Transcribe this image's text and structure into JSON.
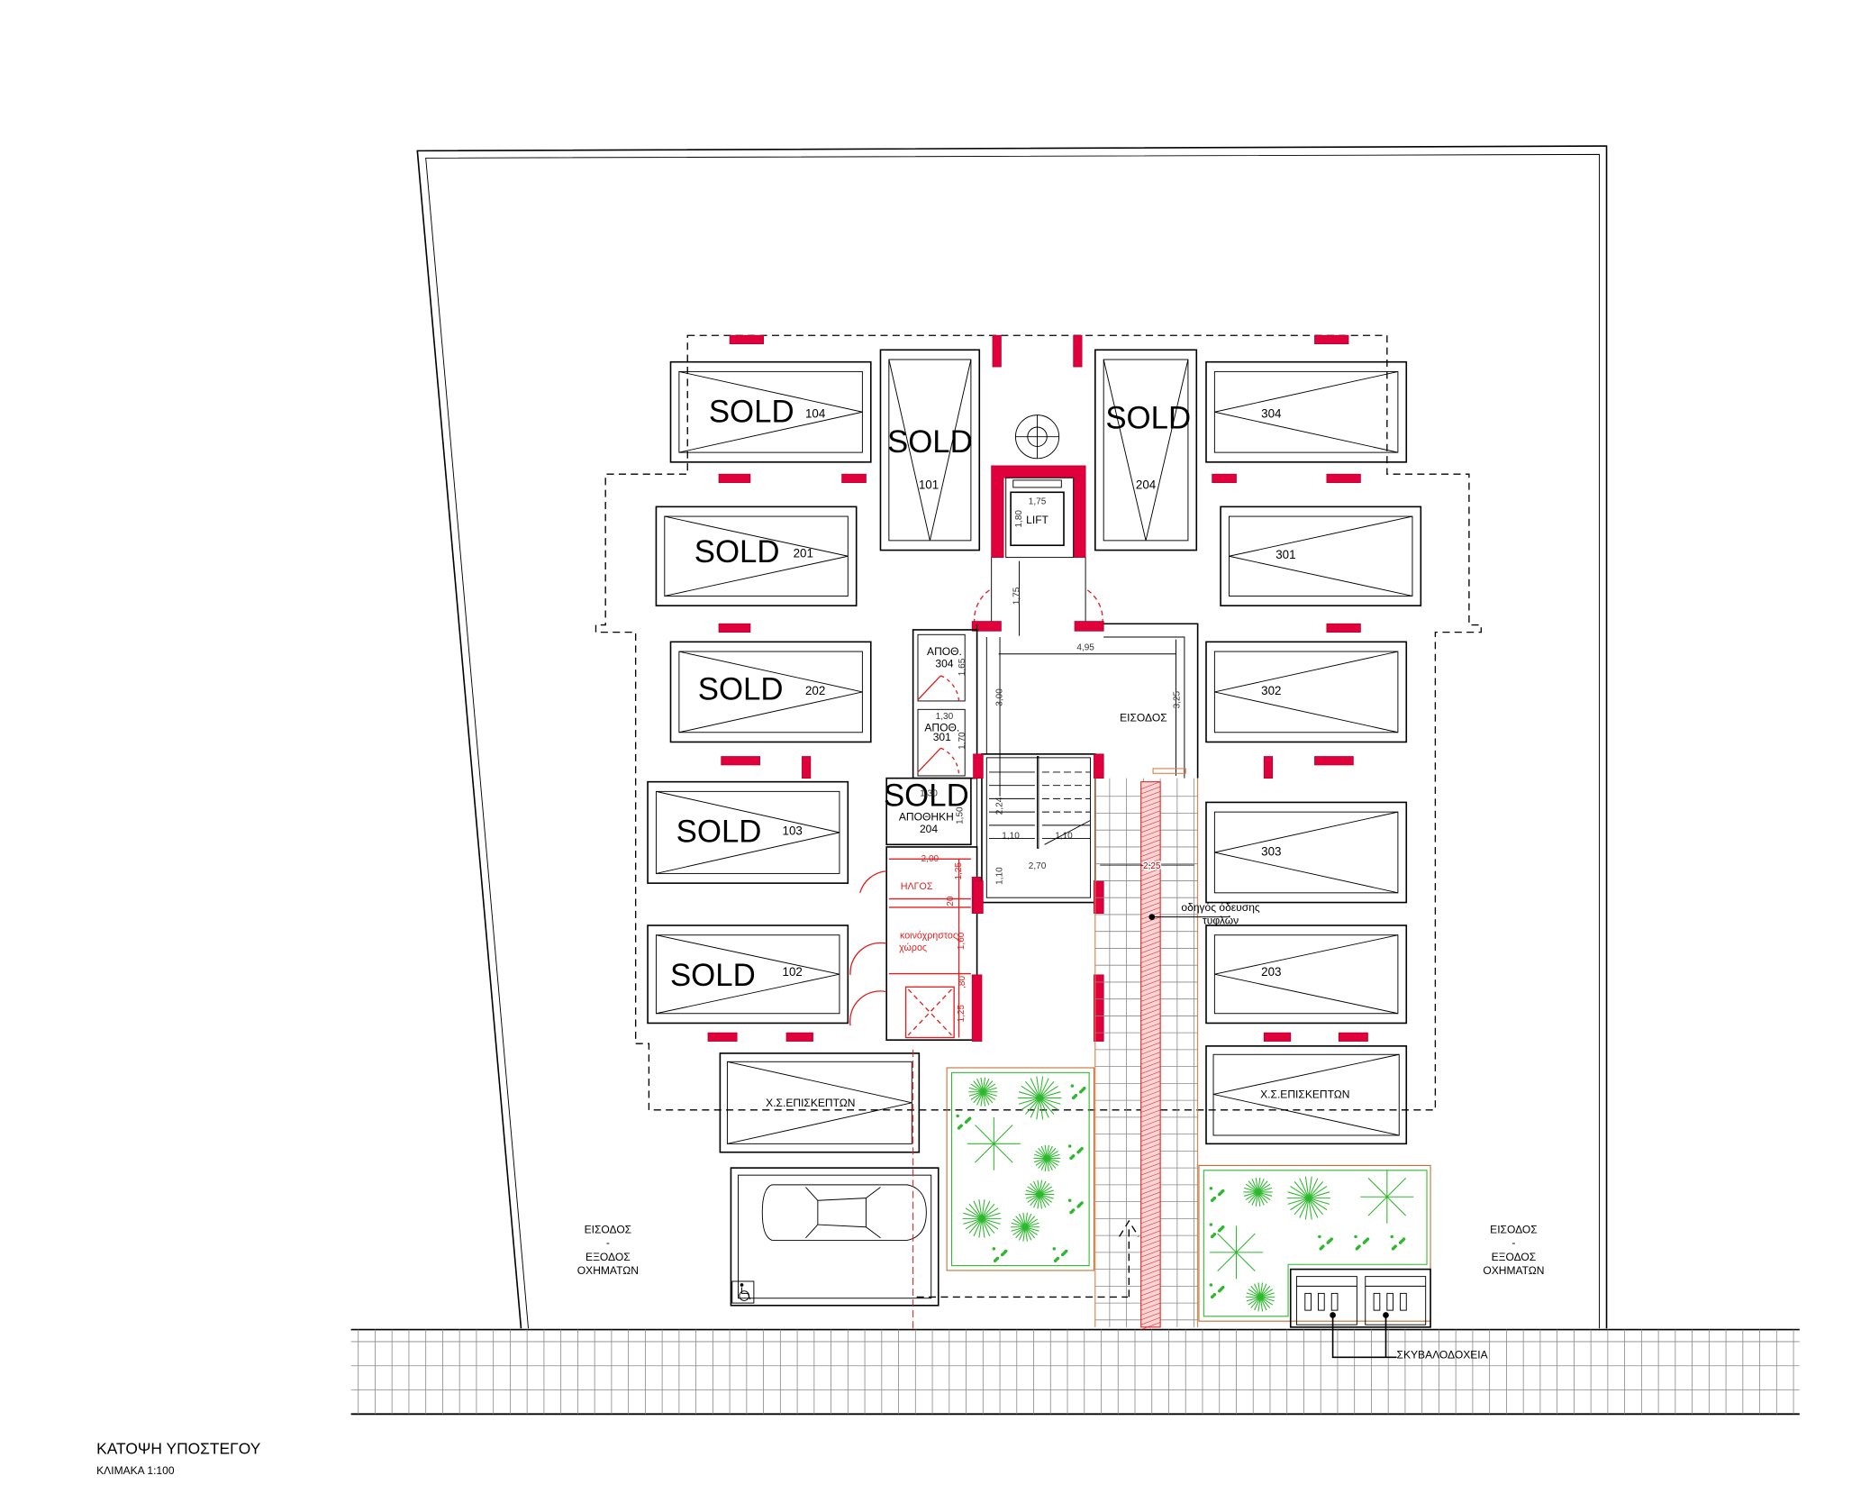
{
  "drawing": {
    "title": "ΚΑΤΟΨΗ  ΥΠΟΣΤΕΓΟΥ",
    "scale": "ΚΛΙΜΑΚΑ   1:100"
  },
  "parking": [
    {
      "number": "104",
      "status": "SOLD"
    },
    {
      "number": "101",
      "status": "SOLD"
    },
    {
      "number": "204",
      "status": "SOLD"
    },
    {
      "number": "304",
      "status": ""
    },
    {
      "number": "201",
      "status": "SOLD"
    },
    {
      "number": "301",
      "status": ""
    },
    {
      "number": "202",
      "status": "SOLD"
    },
    {
      "number": "302",
      "status": ""
    },
    {
      "number": "103",
      "status": "SOLD"
    },
    {
      "number": "303",
      "status": ""
    },
    {
      "number": "102",
      "status": "SOLD"
    },
    {
      "number": "203",
      "status": ""
    }
  ],
  "visitor_parking": {
    "left": "Χ.Σ.ΕΠΙΣΚΕΠΤΩΝ",
    "right": "Χ.Σ.ΕΠΙΣΚΕΠΤΩΝ"
  },
  "core": {
    "lift": "LIFT",
    "entrance": "ΕΙΣΟΔΟΣ",
    "storage_304": [
      "ΑΠΟΘ.",
      "304"
    ],
    "storage_301": [
      "ΑΠΟΘ.",
      "301"
    ],
    "storage_204": [
      "ΑΠΟΘΗΚΗ",
      "204"
    ],
    "storage_204_status": "SOLD",
    "room_red_1": "ΗΛΓΟΣ",
    "common_space": [
      "κοινόχρηστος",
      "χώρος"
    ],
    "blind_guide": [
      "οδηγός όδευσης",
      "τυφλών"
    ]
  },
  "dimensions": {
    "lift_w": "1,75",
    "lift_d": "1,80",
    "lift_corridor": "1,75",
    "entrance_w": "4,95",
    "entrance_h": "3,25",
    "entrance_left": "3,00",
    "storage_304_h": "1,65",
    "storage_w": "1,30",
    "storage_301_h": "1,70",
    "storage_204_w": "1,30",
    "storage_204_h": "1,50",
    "stair_run": "2,24",
    "stair_w1": "1,10",
    "stair_w2": "1,10",
    "stair_total": "2,70",
    "stair_landing": "1,10",
    "ramp_w": "2,25",
    "red_w": "2,00",
    "red_h1": "1,25",
    "red_gap1": ",20",
    "red_h2": "1,60",
    "red_gap2": ",80",
    "red_h3": "1,25"
  },
  "vehicle_access": {
    "left": [
      "ΕΙΣΟΔΟΣ",
      "-",
      "ΕΞΟΔΟΣ",
      "ΟΧΗΜΑΤΩΝ"
    ],
    "right": [
      "ΕΙΣΟΔΟΣ",
      "-",
      "ΕΞΟΔΟΣ",
      "ΟΧΗΜΑΤΩΝ"
    ]
  },
  "bins_label": "ΣΚΥΒΑΛΟΔΟΧΕΙΑ",
  "colors": {
    "wall": "#e0003c",
    "planting": "#2db82d",
    "dim_red": "#e02020"
  }
}
